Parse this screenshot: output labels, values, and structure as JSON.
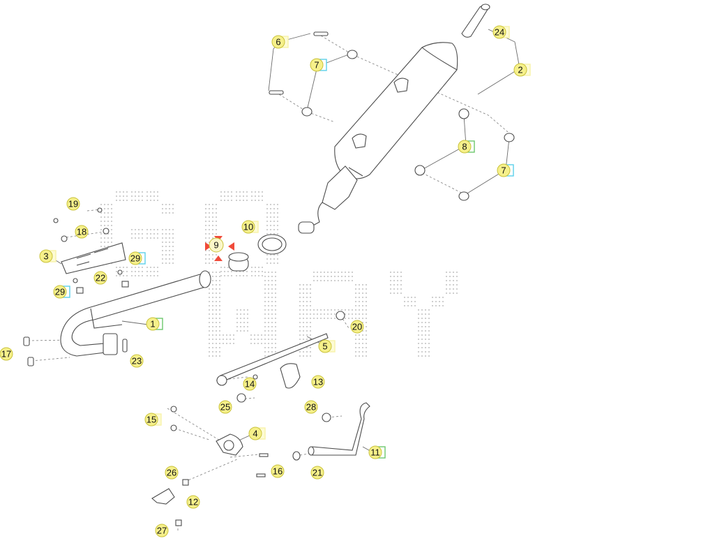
{
  "watermark": "GOWAY",
  "colors": {
    "circle_fill": "#f6f08a",
    "circle_stroke": "#c9c23a",
    "note_yellow": "#f7f3a9",
    "note_cyan": "#5bd0ea",
    "note_green": "#6cc76c",
    "line": "#6a6a6a",
    "dash": "#8a8a8a",
    "watermark_dot": "#c0c0c0",
    "highlight": "#f04a3a"
  },
  "callouts": [
    {
      "id": "c6",
      "label": "6",
      "note": "yellow"
    },
    {
      "id": "c7a",
      "label": "7",
      "note": "cyan"
    },
    {
      "id": "c24",
      "label": "24",
      "note": "yellow"
    },
    {
      "id": "c2",
      "label": "2",
      "note": "yellow"
    },
    {
      "id": "c8",
      "label": "8",
      "note": "green"
    },
    {
      "id": "c7b",
      "label": "7",
      "note": "cyan"
    },
    {
      "id": "c19",
      "label": "19",
      "note": "none"
    },
    {
      "id": "c18",
      "label": "18",
      "note": "none"
    },
    {
      "id": "c3",
      "label": "3",
      "note": "yellow"
    },
    {
      "id": "c29a",
      "label": "29",
      "note": "cyan"
    },
    {
      "id": "c22",
      "label": "22",
      "note": "none"
    },
    {
      "id": "c29b",
      "label": "29",
      "note": "cyan"
    },
    {
      "id": "c10",
      "label": "10",
      "note": "yellow"
    },
    {
      "id": "c9",
      "label": "9",
      "note": "none"
    },
    {
      "id": "c1",
      "label": "1",
      "note": "green"
    },
    {
      "id": "c20",
      "label": "20",
      "note": "none"
    },
    {
      "id": "c5",
      "label": "5",
      "note": "yellow"
    },
    {
      "id": "c17",
      "label": "17",
      "note": "none"
    },
    {
      "id": "c23",
      "label": "23",
      "note": "none"
    },
    {
      "id": "c14",
      "label": "14",
      "note": "none"
    },
    {
      "id": "c13",
      "label": "13",
      "note": "none"
    },
    {
      "id": "c25",
      "label": "25",
      "note": "none"
    },
    {
      "id": "c28",
      "label": "28",
      "note": "none"
    },
    {
      "id": "c15",
      "label": "15",
      "note": "yellow"
    },
    {
      "id": "c4",
      "label": "4",
      "note": "yellow"
    },
    {
      "id": "c11",
      "label": "11",
      "note": "green"
    },
    {
      "id": "c16",
      "label": "16",
      "note": "none"
    },
    {
      "id": "c21",
      "label": "21",
      "note": "none"
    },
    {
      "id": "c26",
      "label": "26",
      "note": "none"
    },
    {
      "id": "c12",
      "label": "12",
      "note": "none"
    },
    {
      "id": "c27",
      "label": "27",
      "note": "none"
    }
  ]
}
